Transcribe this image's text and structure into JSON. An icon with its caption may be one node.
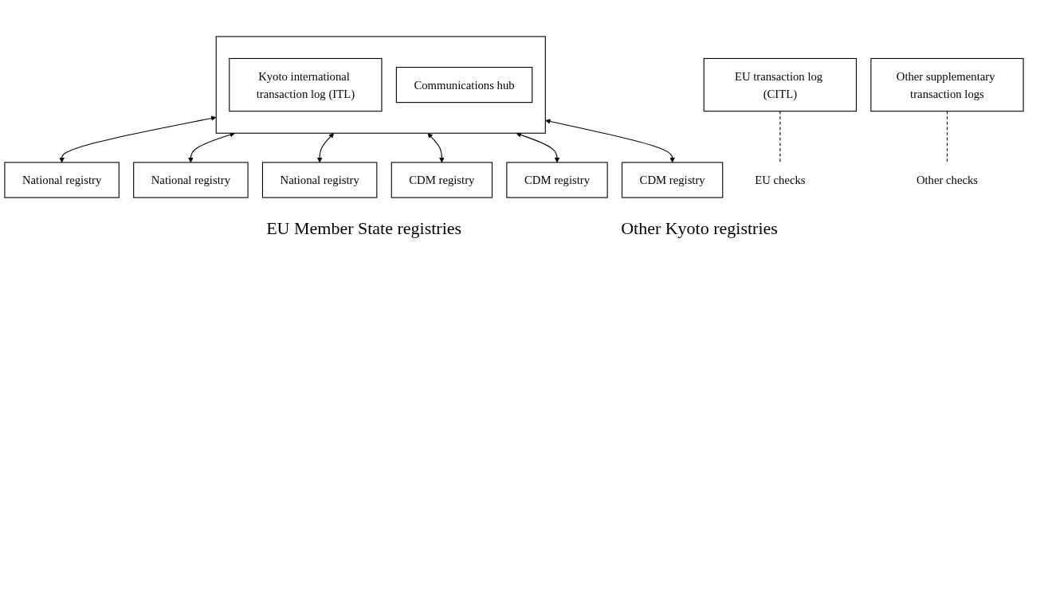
{
  "diagram": {
    "nodes": [
      {
        "text": [
          "EU transaction log (CITL)"
        ]
      },
      {
        "text": [
          "EU checks"
        ]
      },
      {
        "text": [
          "Other supplementary transaction logs"
        ]
      },
      {
        "text": [
          "Other checks"
        ]
      },
      {
        "text": [],
        "shape": "box"
      },
      {
        "text": [
          "Kyoto international transaction log (ITL)"
        ],
        "in": 4
      },
      {
        "text": [
          "Communications hub"
        ],
        "in": 4
      },
      {
        "text": [
          "National registry"
        ]
      },
      {
        "text": [
          "National registry"
        ]
      },
      {
        "text": [
          "National registry"
        ]
      },
      {
        "text": [
          "CDM registry"
        ]
      },
      {
        "text": [
          "CDM registry"
        ]
      },
      {
        "text": [
          "CDM registry"
        ]
      }
    ],
    "edges": [
      {
        "from": 0,
        "to": 1,
        "arrow": "none",
        "style": "dashed"
      },
      {
        "from": 2,
        "to": 3,
        "arrow": "none",
        "style": "dashed"
      },
      {
        "from": 4,
        "to": 7,
        "arrow": "both"
      },
      {
        "from": 4,
        "to": 8,
        "arrow": "both"
      },
      {
        "from": 4,
        "to": 9,
        "arrow": "both"
      },
      {
        "from": 4,
        "to": 10,
        "arrow": "both"
      },
      {
        "from": 4,
        "to": 11,
        "arrow": "both"
      },
      {
        "from": 4,
        "to": 12,
        "arrow": "both"
      }
    ],
    "labels": [
      "EU Member State registries",
      "Other Kyoto registries"
    ]
  }
}
